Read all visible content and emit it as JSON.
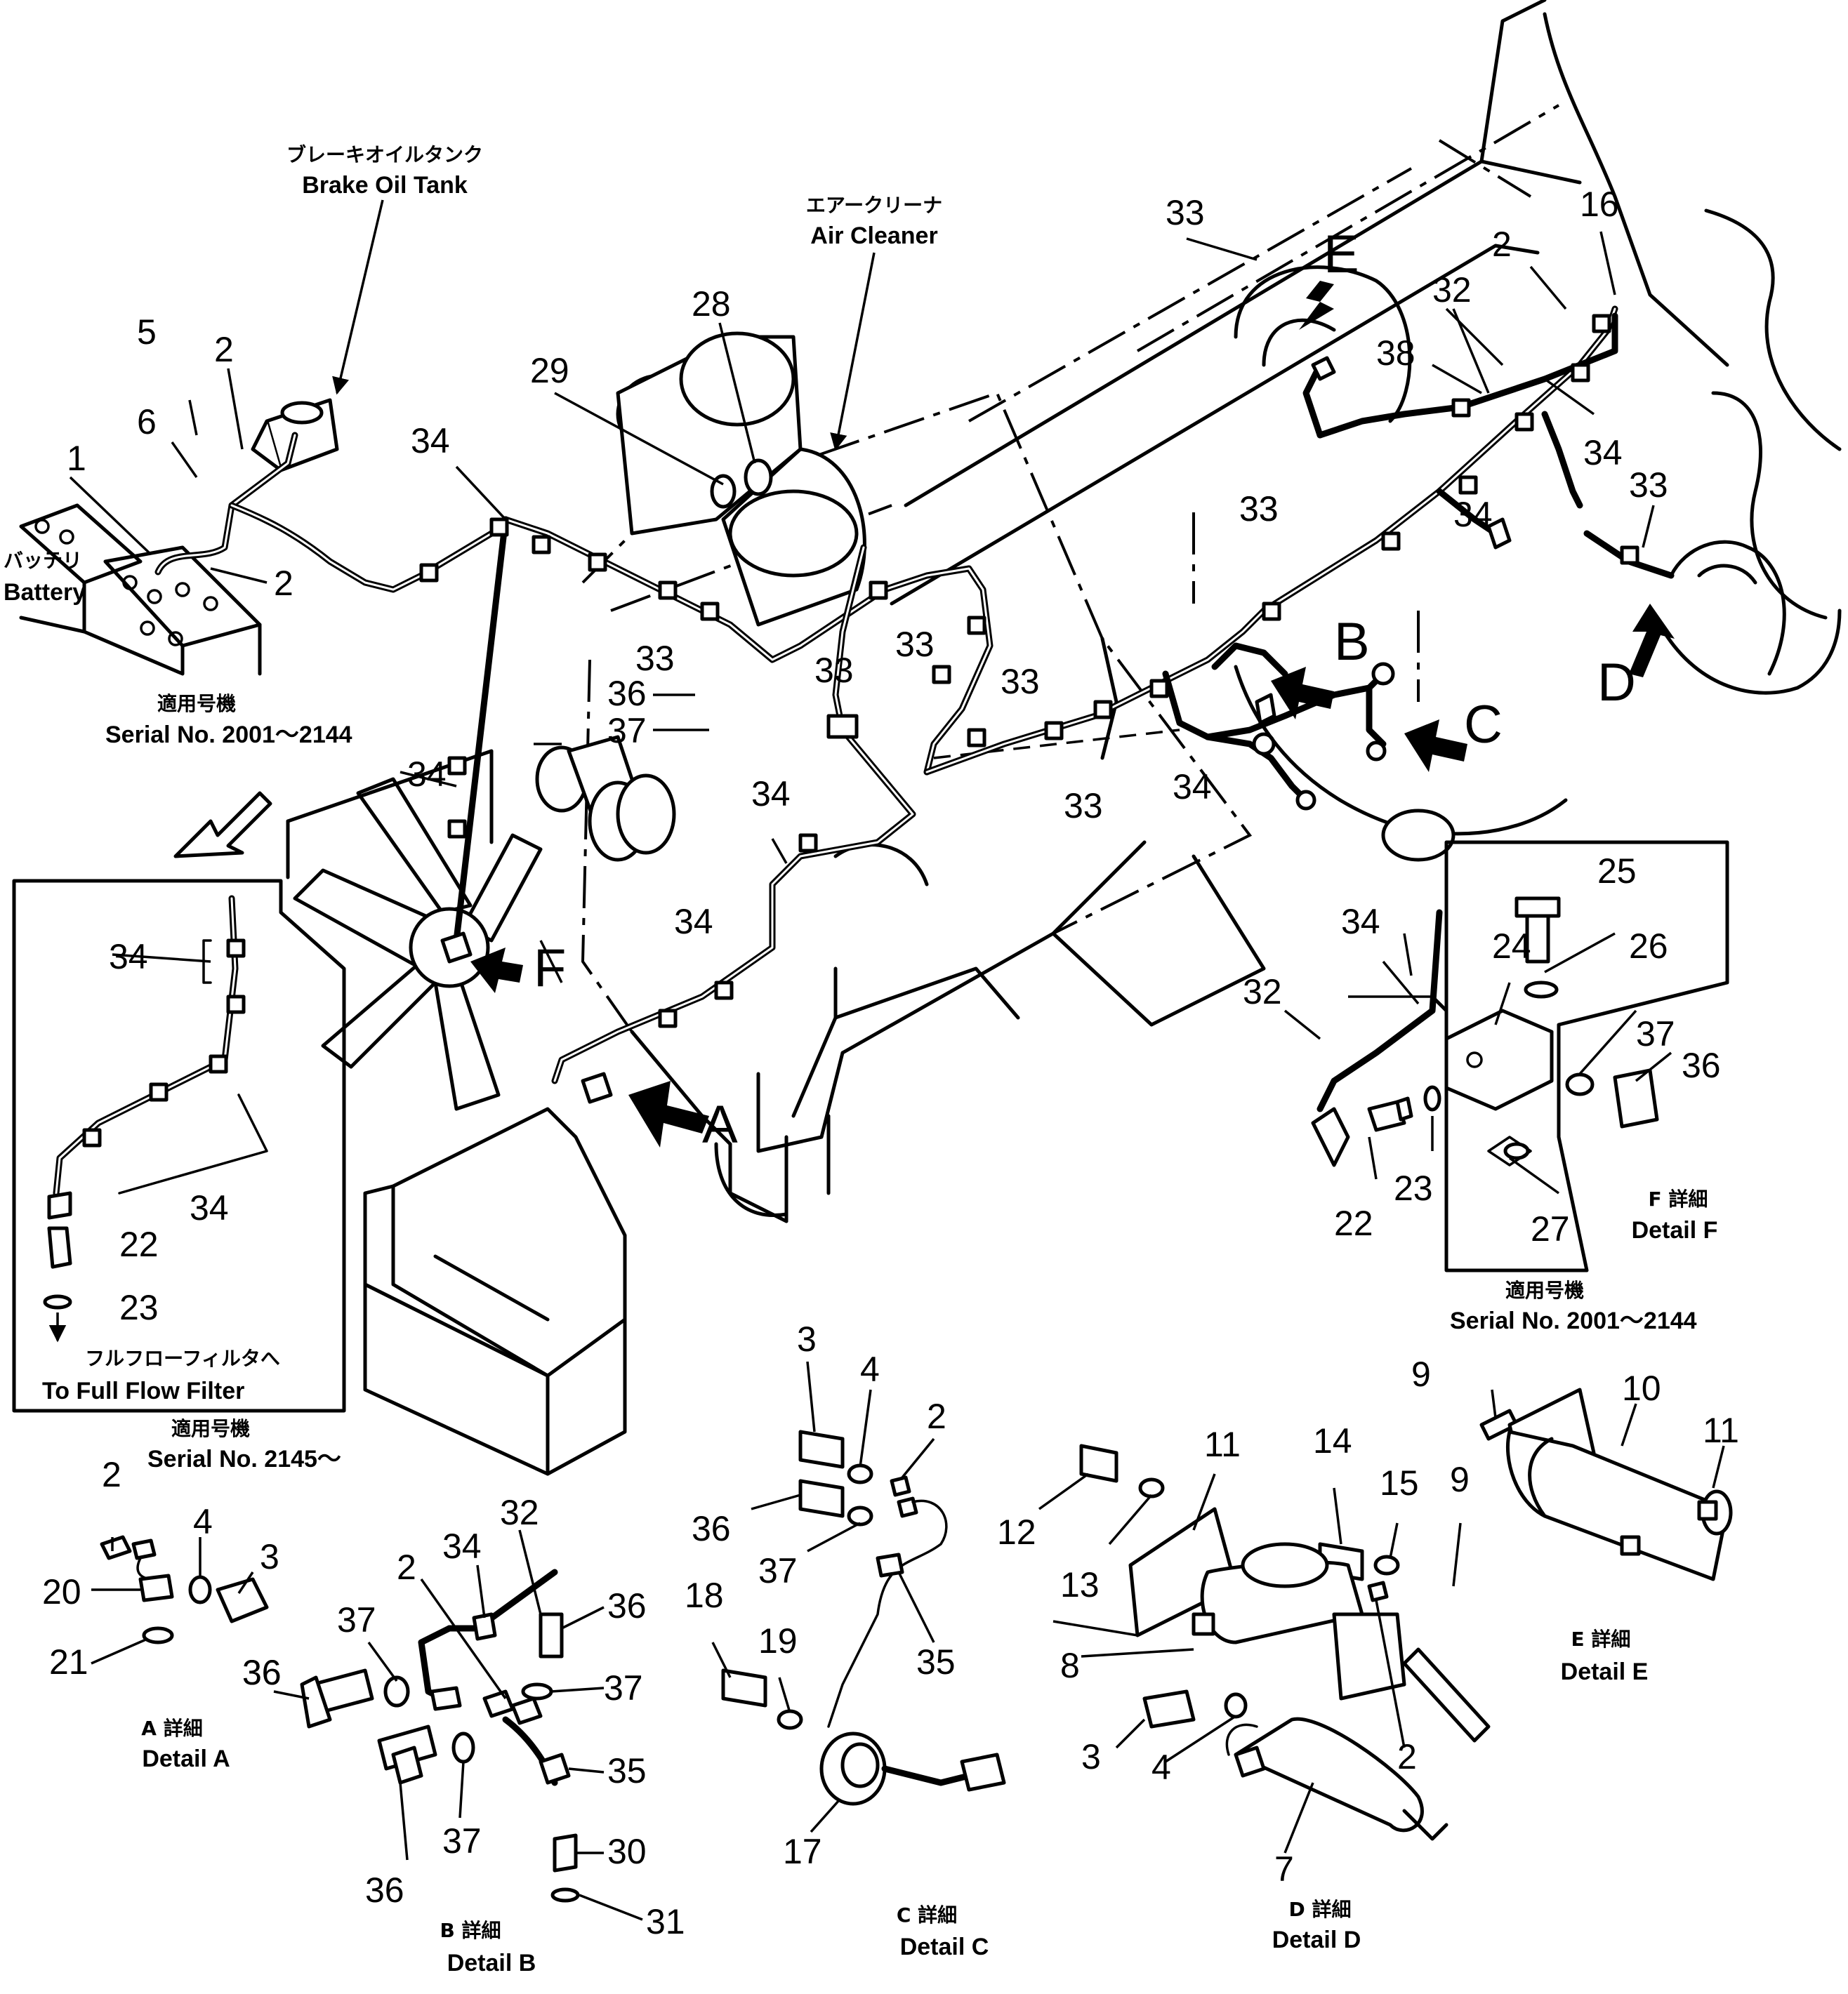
{
  "labels": {
    "brake_oil_tank_jp": "ブレーキオイルタンク",
    "brake_oil_tank": "Brake Oil Tank",
    "air_cleaner_jp": "エアークリーナ",
    "air_cleaner": "Air Cleaner",
    "battery_jp": "バッテリ",
    "battery": "Battery",
    "applicable_jp": "適用号機",
    "serial_2001_2144": "Serial No. 2001～2144",
    "serial_2145": "Serial No. 2145～",
    "full_flow_jp": "フルフローフィルタへ",
    "full_flow": "To Full Flow Filter"
  },
  "view_letters": [
    "A",
    "B",
    "C",
    "D",
    "E",
    "F"
  ],
  "details": {
    "A": {
      "jp": "A 詳細",
      "en": "Detail A"
    },
    "B": {
      "jp": "B 詳細",
      "en": "Detail B"
    },
    "C": {
      "jp": "C 詳細",
      "en": "Detail C"
    },
    "D": {
      "jp": "D 詳細",
      "en": "Detail D"
    },
    "E": {
      "jp": "E 詳細",
      "en": "Detail E"
    },
    "F": {
      "jp": "F 詳細",
      "en": "Detail F"
    }
  },
  "callouts": {
    "main": [
      "5",
      "2",
      "6",
      "1",
      "2",
      "34",
      "29",
      "28",
      "34",
      "33",
      "33",
      "33",
      "33",
      "36",
      "37",
      "33",
      "34",
      "34",
      "34",
      "33",
      "33",
      "16",
      "2",
      "32",
      "38",
      "34",
      "33",
      "34",
      "33"
    ],
    "inset": [
      "34",
      "34",
      "22",
      "23"
    ],
    "detail_f": [
      "25",
      "26",
      "34",
      "24",
      "32",
      "37",
      "36",
      "22",
      "23",
      "27"
    ],
    "detail_a": [
      "2",
      "4",
      "3",
      "20",
      "21",
      "36"
    ],
    "detail_b": [
      "32",
      "34",
      "2",
      "37",
      "36",
      "37",
      "36",
      "35",
      "37",
      "30",
      "36",
      "31"
    ],
    "detail_c": [
      "3",
      "4",
      "2",
      "36",
      "37",
      "18",
      "19",
      "35",
      "17"
    ],
    "detail_d": [
      "11",
      "14",
      "15",
      "12",
      "13",
      "9",
      "8",
      "3",
      "4",
      "2",
      "7"
    ],
    "detail_e": [
      "9",
      "10",
      "11"
    ]
  }
}
